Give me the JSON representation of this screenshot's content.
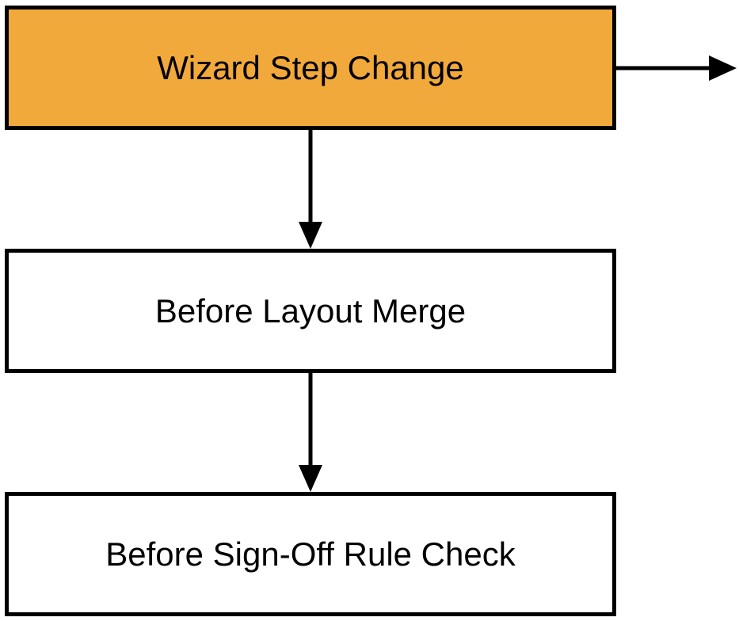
{
  "diagram": {
    "type": "flowchart",
    "nodes": [
      {
        "id": "wizard-step-change",
        "label": "Wizard Step Change",
        "fill": "#f2a93b",
        "highlighted": true
      },
      {
        "id": "before-layout-merge",
        "label": "Before Layout Merge",
        "fill": "#ffffff",
        "highlighted": false
      },
      {
        "id": "before-sign-off-rule-check",
        "label": "Before Sign-Off Rule Check",
        "fill": "#ffffff",
        "highlighted": false
      }
    ],
    "edges": [
      {
        "from": "wizard-step-change",
        "to": "before-layout-merge",
        "direction": "down"
      },
      {
        "from": "before-layout-merge",
        "to": "before-sign-off-rule-check",
        "direction": "down"
      },
      {
        "from": "wizard-step-change",
        "to": "",
        "direction": "right"
      }
    ],
    "colors": {
      "highlight": "#f2a93b",
      "stroke": "#000000",
      "text": "#000000",
      "background": "#ffffff"
    }
  }
}
